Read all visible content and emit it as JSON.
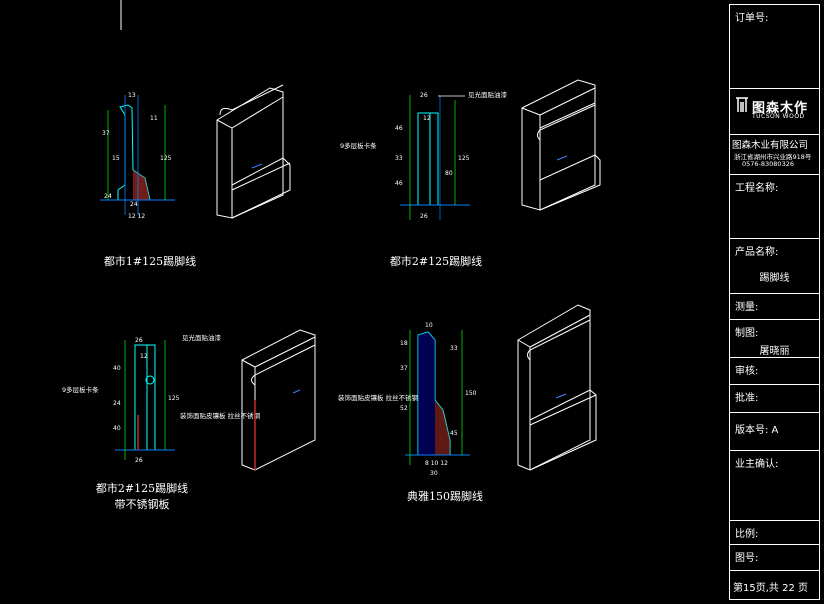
{
  "drawings": [
    {
      "caption": "都市1#125踢脚线",
      "caption2": ""
    },
    {
      "caption": "都市2#125踢脚线",
      "caption2": "",
      "note_right": "见光面贴油漆",
      "note_left": "9多层板卡条"
    },
    {
      "caption": "都市2#125踢脚线",
      "caption2": "带不锈钢板",
      "note_right": "见光面贴油漆",
      "note_left": "9多层板卡条",
      "note_mid": "装饰面贴皮镶板 拉丝不锈钢"
    },
    {
      "caption": "典雅150踢脚线",
      "caption2": "",
      "note_left": "装饰面贴皮镶板 拉丝不锈钢"
    }
  ],
  "titleblock": {
    "order_no_label": "订单号:",
    "logo_name": "图森木作",
    "logo_en": "TUCSON WOOD",
    "company": "图森木业有限公司",
    "address": "浙江省湖州市兴业路918号",
    "phone": "0576-83080326",
    "project_label": "工程名称:",
    "product_label": "产品名称:",
    "product_value": "踢脚线",
    "measure_label": "测量:",
    "drawn_label": "制图:",
    "drawn_value": "屠晓丽",
    "review_label": "审核:",
    "approve_label": "批准:",
    "version_label": "版本号: A",
    "owner_label": "业主确认:",
    "scale_label": "比例:",
    "drawing_no_label": "图号:",
    "page_label": "第15页,共 22 页"
  }
}
